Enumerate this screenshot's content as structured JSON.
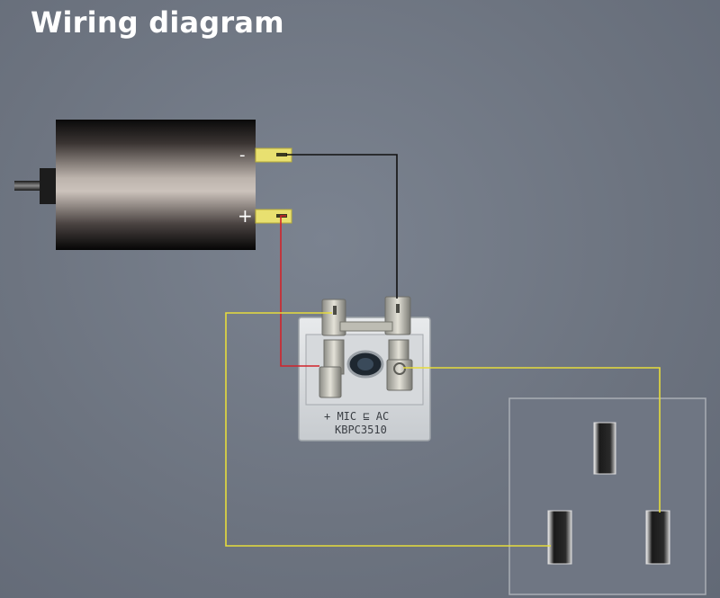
{
  "title": "Wiring diagram",
  "motor": {
    "negative_label": "-",
    "positive_label": "+"
  },
  "bridge_rectifier": {
    "marking_line1": "+ MIC ⊑ AC",
    "marking_line2": "KBPC3510"
  },
  "wire_colors": {
    "negative": "#111111",
    "positive": "#d2232a",
    "ac": "#e6dc3c"
  }
}
